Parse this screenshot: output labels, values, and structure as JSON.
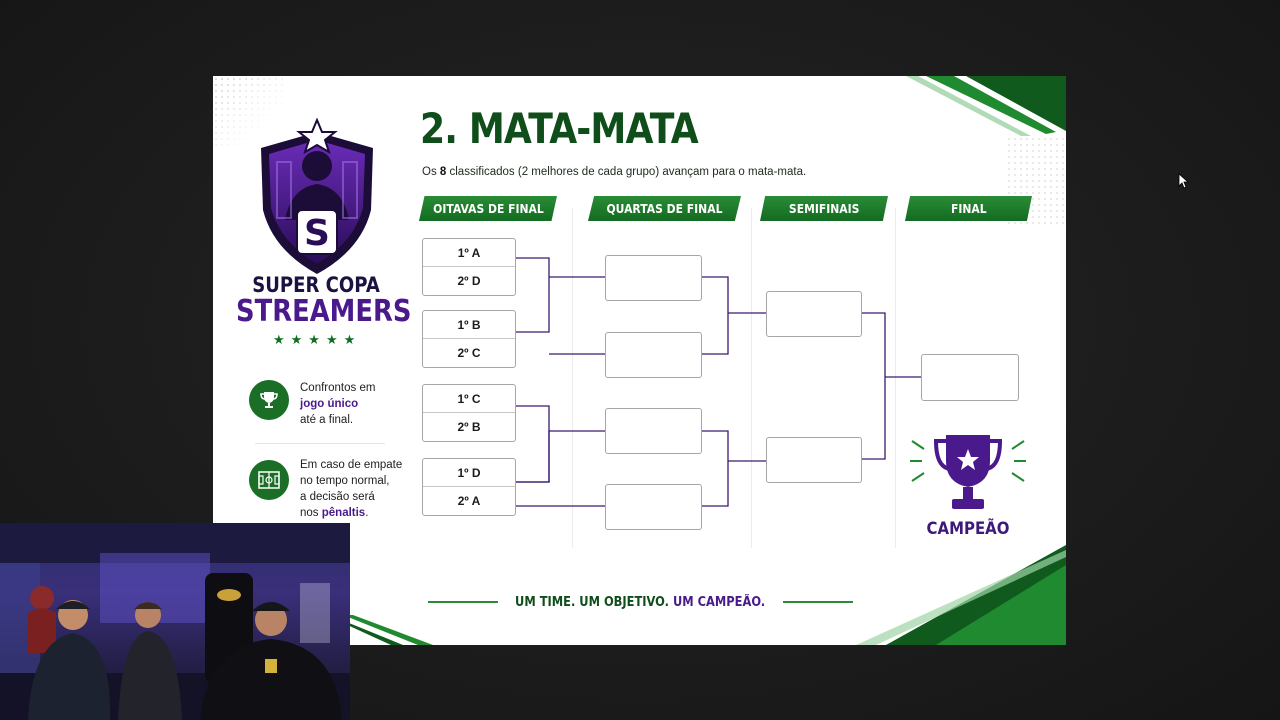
{
  "slide": {
    "title": "2. MATA-MATA",
    "subtitle_pre": "Os ",
    "subtitle_num": "8",
    "subtitle_post": " classificados (2 melhores de cada grupo) avançam para o mata-mata."
  },
  "brand": {
    "logo_letter": "S",
    "line1": "SUPER COPA",
    "line2": "STREAMERS",
    "stars": "★★★★★"
  },
  "info": [
    {
      "icon": "trophy-icon",
      "line1": "Confrontos em",
      "highlight": "jogo único",
      "line3": "até a final."
    },
    {
      "icon": "soccer-field-icon",
      "line1": "Em caso de empate",
      "line2": "no tempo normal,",
      "line3": "a decisão será",
      "line4_pre": "nos ",
      "highlight": "pênaltis",
      "line4_post": "."
    }
  ],
  "stages": [
    "OITAVAS DE FINAL",
    "QUARTAS DE FINAL",
    "SEMIFINAIS",
    "FINAL"
  ],
  "round_of_16": [
    {
      "top": "1º A",
      "bottom": "2º D"
    },
    {
      "top": "1º B",
      "bottom": "2º C"
    },
    {
      "top": "1º C",
      "bottom": "2º B"
    },
    {
      "top": "1º D",
      "bottom": "2º A"
    }
  ],
  "champion_label": "CAMPEÃO",
  "footer": {
    "part1": "UM TIME. UM OBJETIVO. ",
    "part2": "UM CAMPEÃO."
  },
  "colors": {
    "brand_green": "#136b21",
    "brand_purple": "#4a1a8c",
    "dark_background": "#1c1c1c"
  }
}
